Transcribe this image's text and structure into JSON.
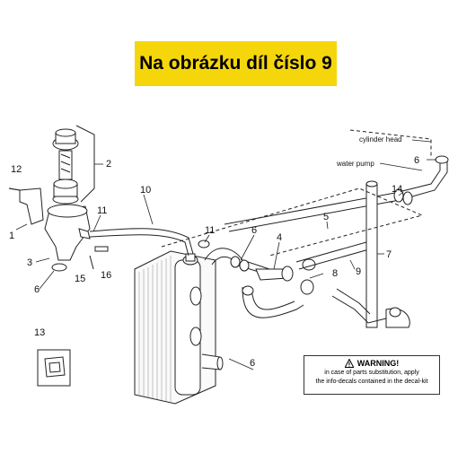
{
  "banner": {
    "text": "Na obrázku díl číslo 9"
  },
  "callouts": {
    "n1": "1",
    "n2": "2",
    "n3": "3",
    "n4": "4",
    "n5": "5",
    "n6a": "6",
    "n6b": "6",
    "n6c": "6",
    "n6d": "6",
    "n7": "7",
    "n8": "8",
    "n9": "9",
    "n10": "10",
    "n11a": "11",
    "n11b": "11",
    "n12": "12",
    "n13": "13",
    "n14": "14",
    "n15": "15",
    "n16": "16"
  },
  "labels": {
    "cylinder_head": "cylinder head",
    "water_pump": "water pump"
  },
  "warning": {
    "title": "WARNING!",
    "line1": "in case of parts substitution, apply",
    "line2": "the info-decals contained in the decal-kit"
  }
}
